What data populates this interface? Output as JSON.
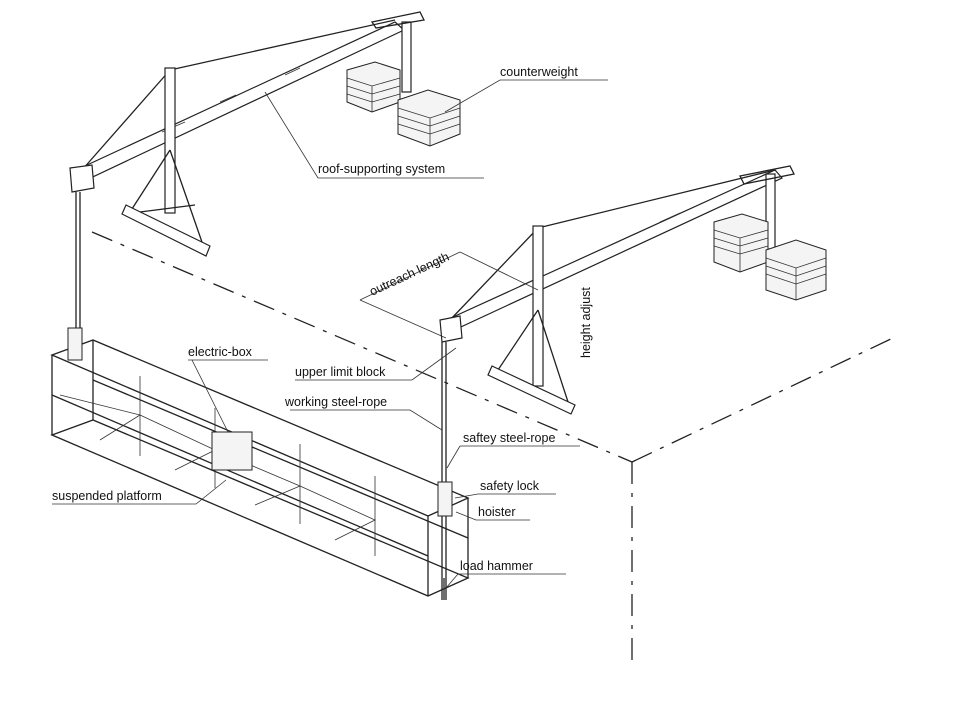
{
  "labels": {
    "counterweight": "counterweight",
    "roof_supporting_system": "roof-supporting system",
    "outreach_length": "outreach length",
    "height_adjust": "height adjust",
    "electric_box": "electric-box",
    "upper_limit_block": "upper limit block",
    "working_steel_rope": "working steel-rope",
    "safety_steel_rope": "saftey steel-rope",
    "safety_lock": "safety lock",
    "suspended_platform": "suspended platform",
    "hoister": "hoister",
    "load_hammer": "load hammer"
  }
}
